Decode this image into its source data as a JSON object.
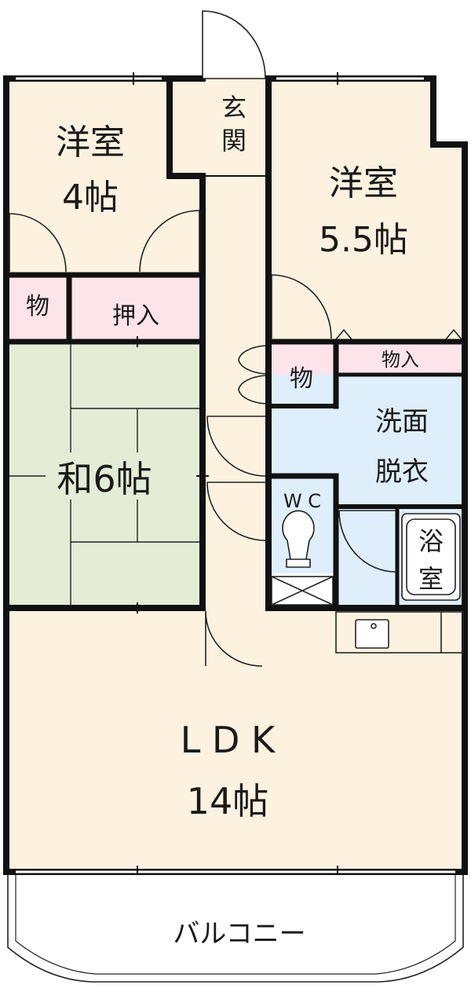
{
  "rooms": {
    "western_room_a": {
      "name": "洋室",
      "size": "4帖"
    },
    "entrance": {
      "line1": "玄",
      "line2": "関"
    },
    "western_room_b": {
      "name": "洋室",
      "size": "5.5帖"
    },
    "storage_left": "物",
    "closet": "押入",
    "storage_mid": "物",
    "storage_right": "物入",
    "washroom": {
      "line1": "洗面",
      "line2": "脱衣"
    },
    "japanese_room": "和6帖",
    "toilet": "W C",
    "bath": {
      "line1": "浴",
      "line2": "室"
    },
    "ldk": {
      "name": "L D K",
      "size": "14帖"
    },
    "balcony": "バルコニー"
  },
  "colors": {
    "western_floor": "#fdf2df",
    "japanese_floor": "#e4ecd6",
    "storage": "#fce4ea",
    "water_area": "#deeefb",
    "wall": "#111111",
    "balcony": "#ffffff"
  }
}
